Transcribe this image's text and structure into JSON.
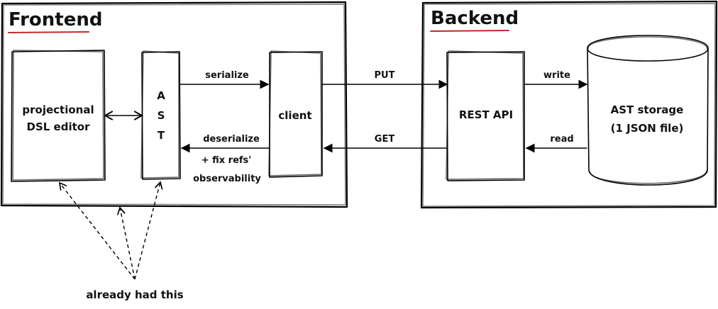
{
  "frontend": {
    "title": "Frontend",
    "editor_line1": "projectional",
    "editor_line2": "DSL editor",
    "ast_letters": [
      "A",
      "S",
      "T"
    ],
    "client": "client"
  },
  "backend": {
    "title": "Backend",
    "rest_api": "REST API",
    "storage_line1": "AST storage",
    "storage_line2": "(1 JSON file)"
  },
  "arrows": {
    "serialize": "serialize",
    "deserialize": "deserialize",
    "fix_refs": "+ fix refs'",
    "observability": "observability",
    "put": "PUT",
    "get": "GET",
    "write": "write",
    "read": "read"
  },
  "note": "already had this",
  "colors": {
    "underline": "#c62828",
    "stroke": "#000000"
  }
}
